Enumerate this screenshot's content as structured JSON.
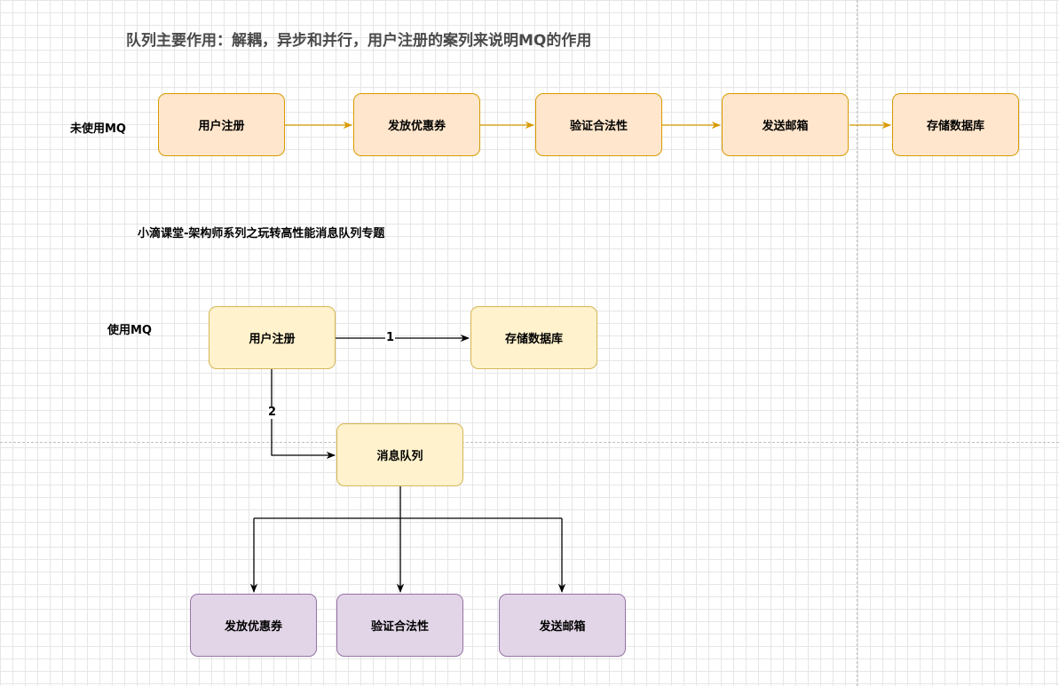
{
  "title": "队列主要作用：解耦，异步和并行，用户注册的案列来说明MQ的作用",
  "subtitle": "小滴课堂-架构师系列之玩转高性能消息队列专题",
  "without_mq": {
    "label": "未使用MQ",
    "steps": [
      "用户注册",
      "发放优惠券",
      "验证合法性",
      "发送邮箱",
      "存储数据库"
    ]
  },
  "with_mq": {
    "label": "使用MQ",
    "register": "用户注册",
    "database": "存储数据库",
    "queue": "消息队列",
    "edge_1": "1",
    "edge_2": "2",
    "consumers": [
      "发放优惠券",
      "验证合法性",
      "发送邮箱"
    ]
  },
  "colors": {
    "orange_fill": "#ffe6cc",
    "orange_stroke": "#d79b00",
    "yellow_fill": "#fff2cc",
    "yellow_stroke": "#d6b656",
    "purple_fill": "#e1d5e7",
    "purple_stroke": "#9673a6"
  }
}
